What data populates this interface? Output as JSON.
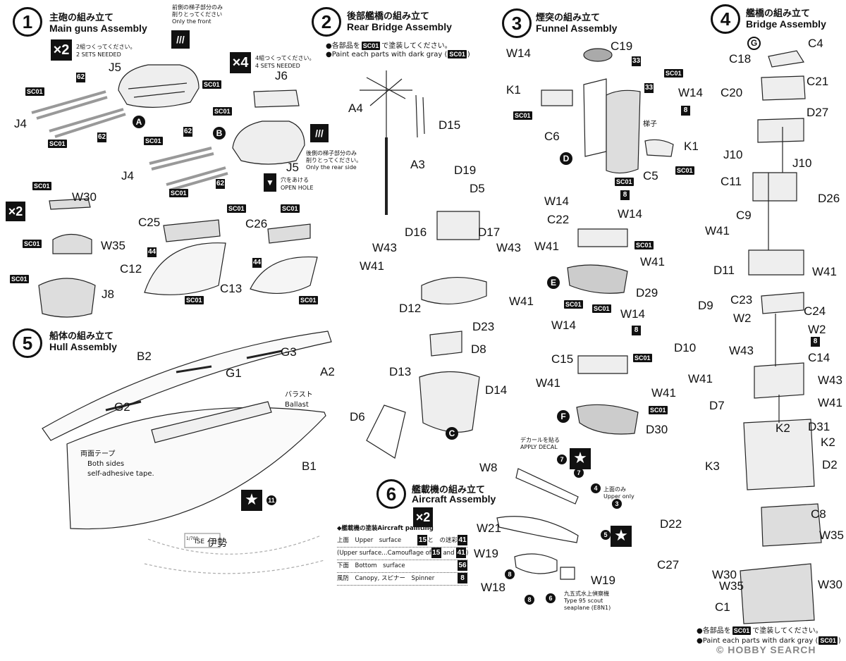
{
  "steps": {
    "s1": {
      "num": "1",
      "jp": "主砲の組み立て",
      "en": "Main guns Assembly",
      "mult": "2",
      "mult_jp": "2組つくってください。",
      "mult_en": "2 SETS NEEDED",
      "front_jp": "前側の梯子部分のみ",
      "front_jp2": "削りとってください",
      "front_en": "Only the front",
      "mult2": "4",
      "mult2_jp": "4組つくってください。",
      "mult2_en": "4 SETS NEEDED",
      "rear_jp": "後側の梯子部分のみ",
      "rear_jp2": "削りとってください。",
      "rear_en": "Only the rear side",
      "hole_jp": "穴をあける",
      "hole_en": "OPEN HOLE"
    },
    "s2": {
      "num": "2",
      "jp": "後部艦橋の組み立て",
      "en": "Rear Bridge Assembly",
      "note_jp_a": "●各部品を",
      "note_jp_b": "で塗装してください。",
      "note_en_a": "●Paint each parts with dark gray (",
      "note_en_b": ")"
    },
    "s3": {
      "num": "3",
      "jp": "煙突の組み立て",
      "en": "Funnel Assembly",
      "ladder_jp": "梯子"
    },
    "s4": {
      "num": "4",
      "jp": "艦橋の組み立て",
      "en": "Bridge Assembly",
      "note_jp_a": "●各部品を",
      "note_jp_b": "で塗装してください。",
      "note_en_a": "●Paint each parts with dark gray (",
      "note_en_b": ")"
    },
    "s5": {
      "num": "5",
      "jp": "船体の組み立て",
      "en": "Hull Assembly",
      "ballast_jp": "バラスト",
      "ballast_en": "Ballast",
      "tape_jp": "両面テープ",
      "tape_en1": "Both sides",
      "tape_en2": "self-adhesive tape.",
      "plate_scale": "1/700",
      "plate_en": "ISE",
      "plate_jp": "伊勢"
    },
    "s6": {
      "num": "6",
      "jp": "艦載機の組み立て",
      "en": "Aircraft Assembly",
      "mult": "2",
      "decal_jp": "デカールを貼る",
      "decal_en": "APPLY DECAL",
      "upper_jp": "上面のみ",
      "upper_en": "Upper only",
      "plane_jp": "九五式水上偵察機",
      "plane_en1": "Type 95 scout",
      "plane_en2": "seaplane (E8N1)"
    }
  },
  "paint_table": {
    "title": "◆艦載機の塗装Aircraft painting",
    "rows": [
      {
        "label": "上面　Upper　surface",
        "value": "と　の迷彩",
        "n1": "15",
        "n2": "41"
      },
      {
        "label": "(Upper surface…Camouflage of",
        "value": "and",
        "n1": "15",
        "n2": "41"
      },
      {
        "label": "下面　Bottom　surface",
        "value": "",
        "n1": "56"
      },
      {
        "label": "風防　Canopy, スピナー　Spinner",
        "value": "",
        "n1": "8"
      }
    ]
  },
  "sc01": "SC01",
  "watermark": "HOBBY SEARCH",
  "watermark_c": "©",
  "parts": {
    "s1": [
      "J5",
      "J4",
      "J6",
      "J4",
      "J5",
      "62",
      "62",
      "62",
      "62",
      "W30",
      "W35",
      "J8",
      "C25",
      "C12",
      "C26",
      "C13",
      "44",
      "44"
    ],
    "s2": [
      "A4",
      "D15",
      "A3",
      "D19",
      "D5",
      "D16",
      "D17",
      "W43",
      "W43",
      "W41",
      "W41",
      "D12",
      "D23",
      "D8",
      "D13",
      "D14",
      "D6"
    ],
    "s3": [
      "W14",
      "C19",
      "K1",
      "W14",
      "C6",
      "K1",
      "C5",
      "W14",
      "W14",
      "C22",
      "W41",
      "W41",
      "D29",
      "W14",
      "W14",
      "C15",
      "W41",
      "W41",
      "D30",
      "33",
      "33",
      "8",
      "8",
      "8"
    ],
    "s4": [
      "C4",
      "C18",
      "C21",
      "C20",
      "D27",
      "J10",
      "J10",
      "C11",
      "D26",
      "C9",
      "W41",
      "D11",
      "W41",
      "C23",
      "C24",
      "D9",
      "W2",
      "W2",
      "D10",
      "W43",
      "C14",
      "W41",
      "W43",
      "D7",
      "W41",
      "K2",
      "D31",
      "K2",
      "D2",
      "K3",
      "D22",
      "C8",
      "C27",
      "W35",
      "W30",
      "W35",
      "W30",
      "C1",
      "8"
    ],
    "s5": [
      "B2",
      "G1",
      "G3",
      "A2",
      "G2",
      "B1",
      "11"
    ],
    "s6": [
      "W8",
      "W21",
      "W19",
      "W18",
      "W19",
      "7",
      "7",
      "4",
      "3",
      "5",
      "8",
      "8",
      "6"
    ]
  },
  "letters": [
    "A",
    "B",
    "C",
    "D",
    "E",
    "F",
    "G"
  ]
}
